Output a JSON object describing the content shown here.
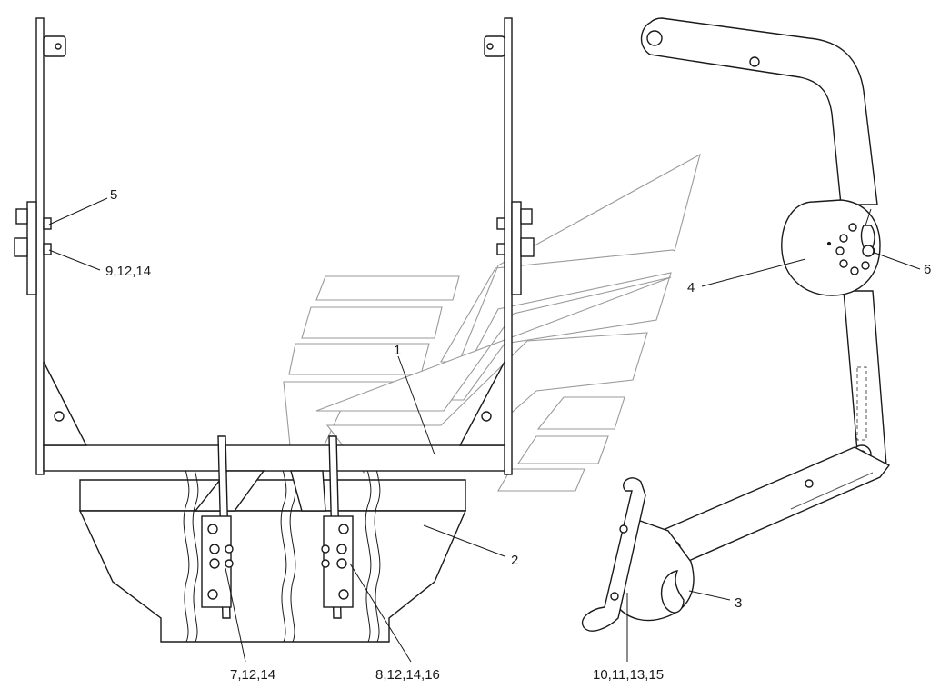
{
  "callouts": {
    "c1": "1",
    "c2": "2",
    "c3": "3",
    "c4": "4",
    "c5": "5",
    "c6": "6",
    "c7": "7,12,14",
    "c8": "8,12,14,16",
    "c9": "9,12,14",
    "c10": "10,11,13,15"
  }
}
